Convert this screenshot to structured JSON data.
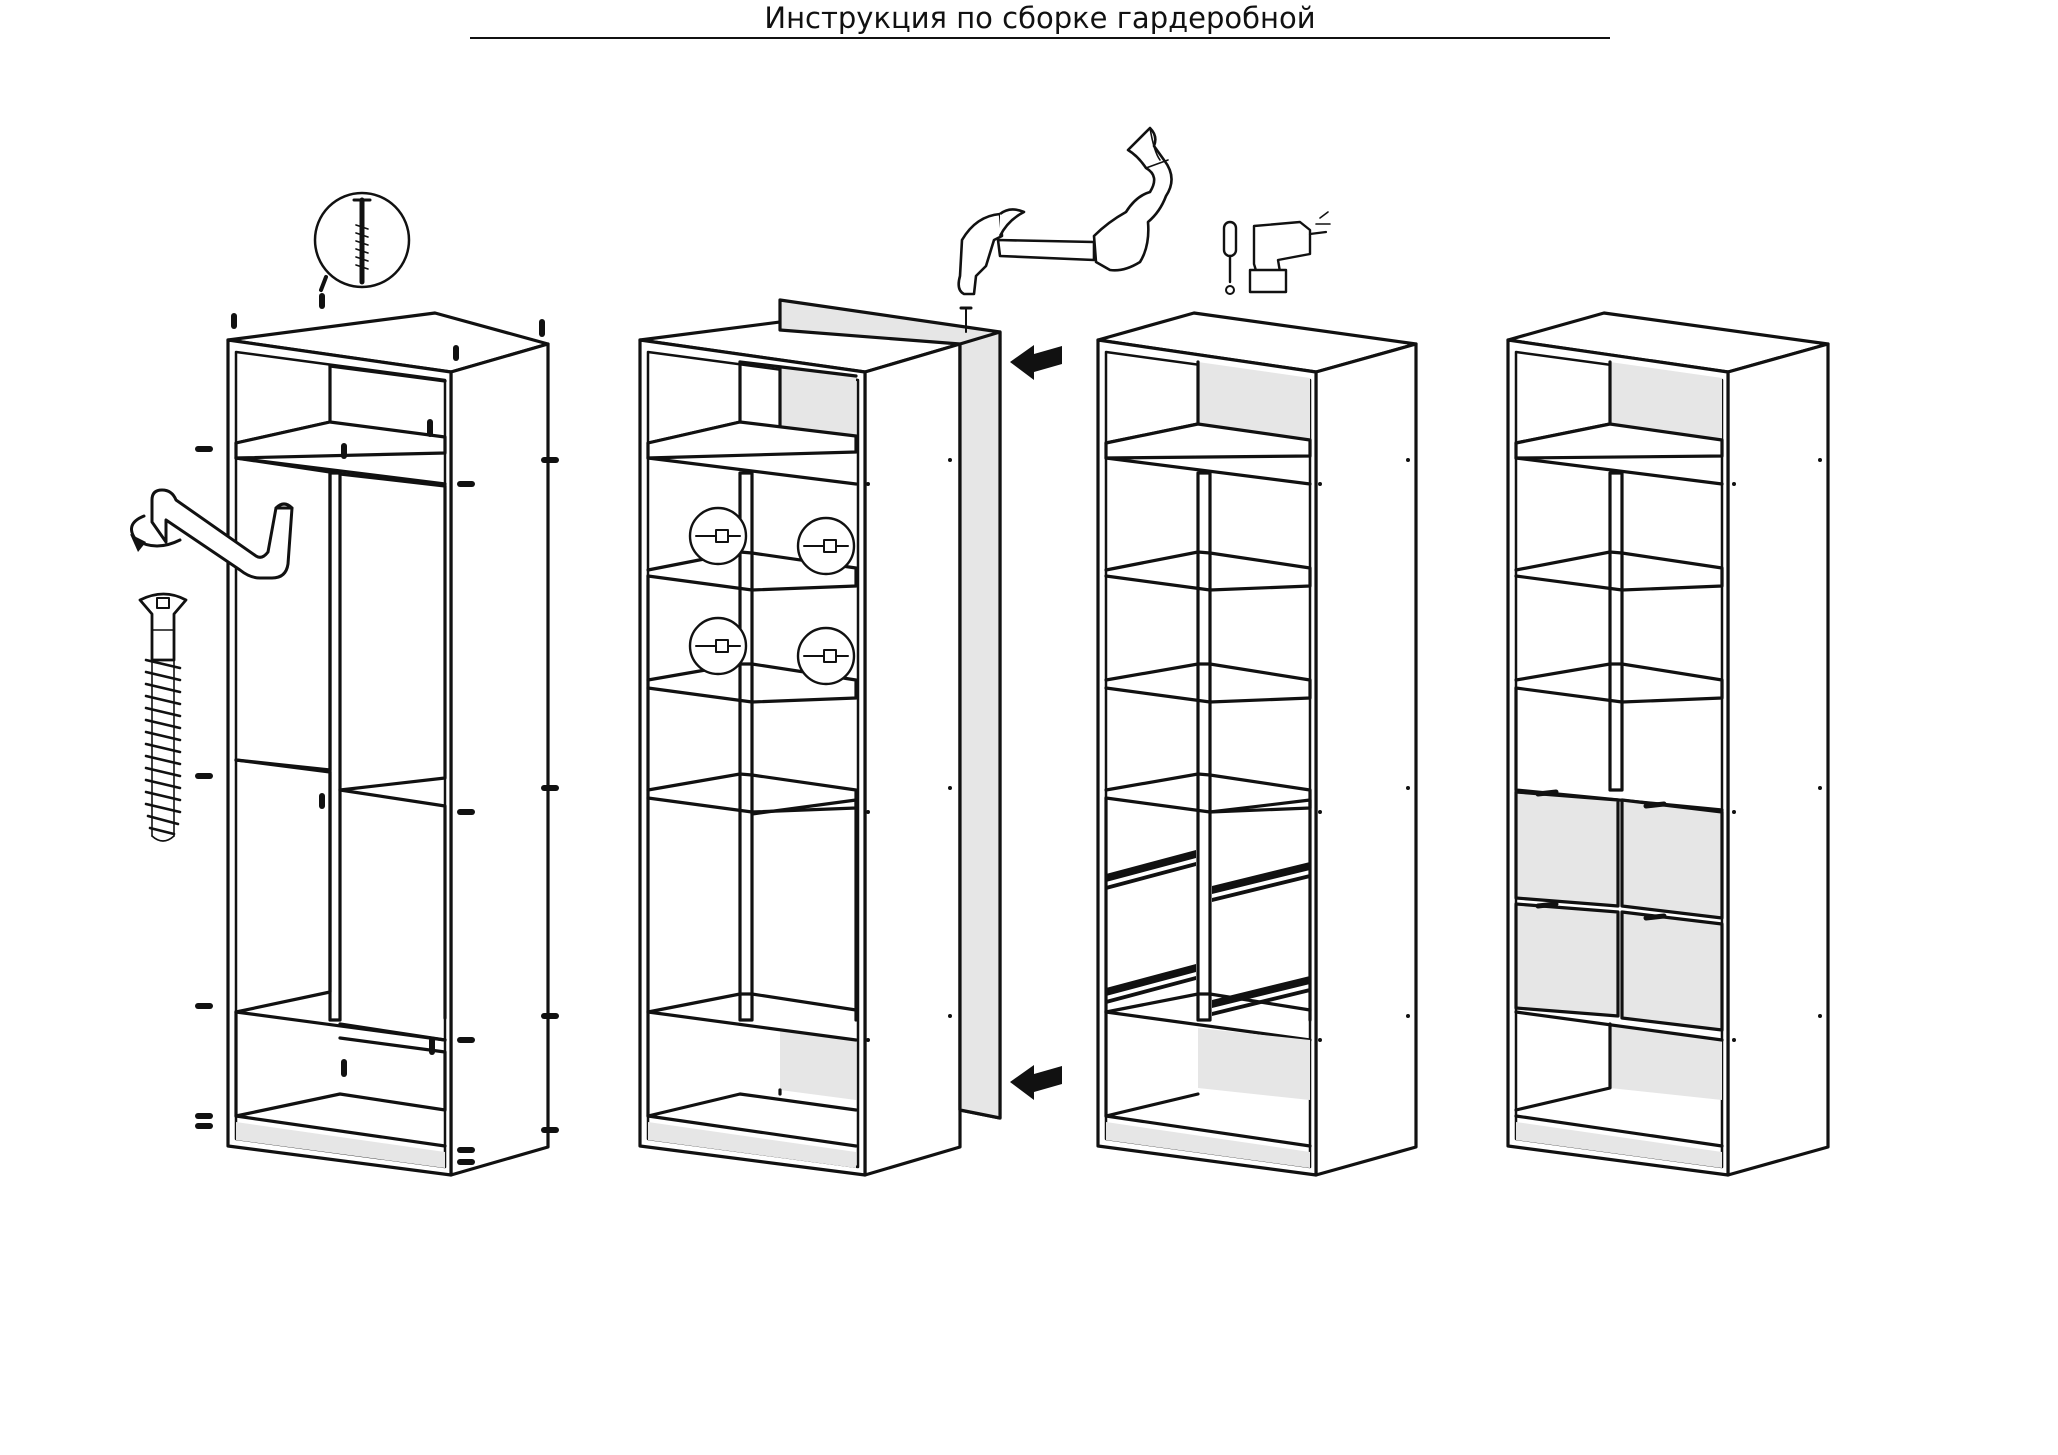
{
  "document": {
    "title": "Инструкция по сборке гардеробной"
  },
  "steps": [
    {
      "step_id": "carcass-assembly",
      "icons": [
        "confirmat-screw-icon",
        "hex-key-icon"
      ]
    },
    {
      "step_id": "shelf-pins",
      "icons": [
        "shelf-pin-icon"
      ]
    },
    {
      "step_id": "back-panel",
      "icons": [
        "hammer-icon",
        "nail-icon",
        "screwdriver-icon",
        "drill-icon",
        "arrow-left-icon"
      ]
    },
    {
      "step_id": "drawer-runners",
      "icons": [
        "drawer-runner-icon"
      ]
    },
    {
      "step_id": "drawer-fronts",
      "icons": []
    }
  ],
  "colors": {
    "line": "#111111",
    "panel_fill": "#e6e6e6",
    "background": "#ffffff"
  }
}
